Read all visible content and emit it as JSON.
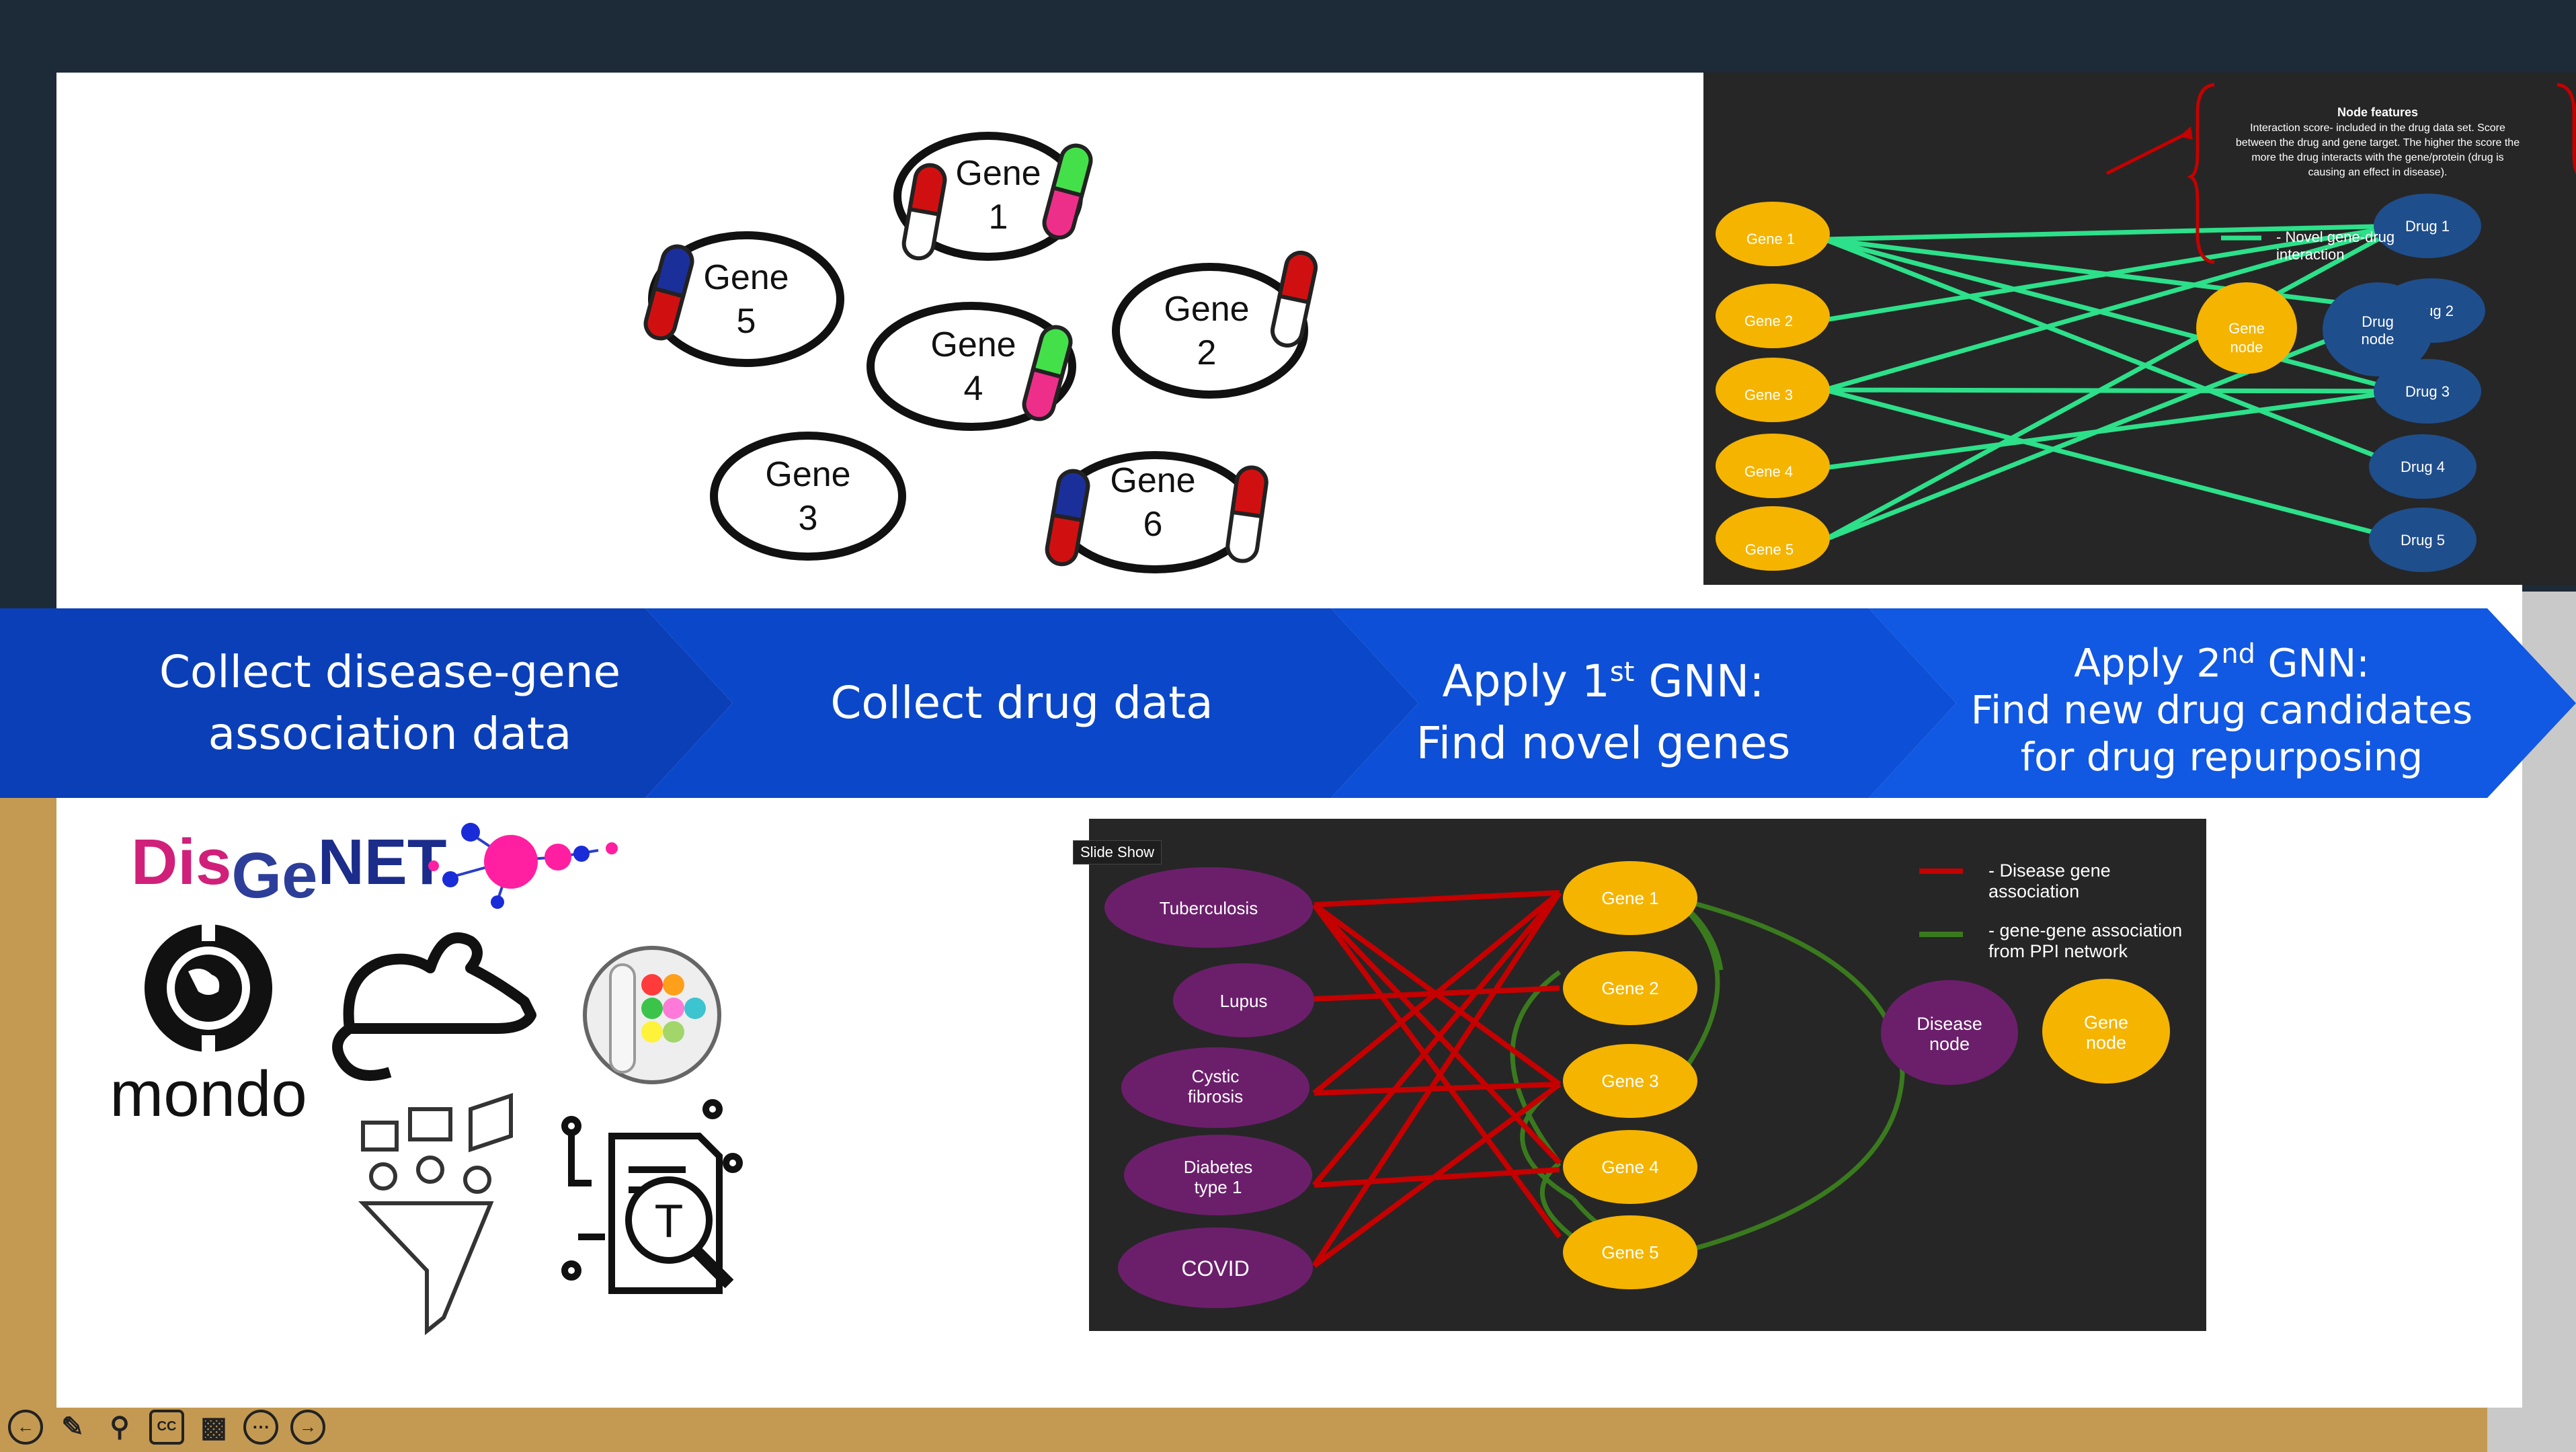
{
  "genes_cluster": {
    "gene1": [
      "Gene",
      "1"
    ],
    "gene2": [
      "Gene",
      "2"
    ],
    "gene3": [
      "Gene",
      "3"
    ],
    "gene4": [
      "Gene",
      "4"
    ],
    "gene5": [
      "Gene",
      "5"
    ],
    "gene6": [
      "Gene",
      "6"
    ]
  },
  "stages": {
    "s1_line1": "Collect disease-gene",
    "s1_line2": "association data",
    "s2": "Collect drug data",
    "s3_line1_a": "Apply 1",
    "s3_line1_sup": "st",
    "s3_line1_b": " GNN:",
    "s3_line2": "Find novel genes",
    "s4_line1_a": "Apply 2",
    "s4_line1_sup": "nd",
    "s4_line1_b": " GNN:",
    "s4_line2": "Find new drug candidates",
    "s4_line3": "for drug repurposing"
  },
  "drug_panel": {
    "node_features_title": "Node features",
    "node_features_text": [
      "Interaction score- included in the drug data set. Score",
      "between the drug and gene target. The higher the score the",
      "more the drug interacts with the gene/protein (drug is",
      "causing an effect in disease)."
    ],
    "genes": [
      "Gene 1",
      "Gene 2",
      "Gene 3",
      "Gene 4",
      "Gene 5"
    ],
    "drugs": [
      "Drug 1",
      "Drug 2",
      "Drug 3",
      "Drug 4",
      "Drug 5"
    ],
    "legend_novel": [
      "- Novel gene-drug",
      "interaction"
    ],
    "legend_gene_node": [
      "Gene",
      "node"
    ],
    "legend_drug_node": [
      "Drug",
      "node"
    ]
  },
  "disease_panel": {
    "tag": "Slide Show",
    "diseases": [
      [
        "Tuberculosis"
      ],
      [
        "Lupus"
      ],
      [
        "Cystic",
        "fibrosis"
      ],
      [
        "Diabetes",
        "type 1"
      ],
      [
        "COVID"
      ]
    ],
    "genes": [
      "Gene 1",
      "Gene 2",
      "Gene 3",
      "Gene 4",
      "Gene 5"
    ],
    "legend_disease_gene": [
      "- Disease gene",
      "association"
    ],
    "legend_gene_gene": [
      "- gene-gene association",
      "from PPI network"
    ],
    "legend_disease_node": [
      "Disease",
      "node"
    ],
    "legend_gene_node": [
      "Gene",
      "node"
    ]
  },
  "logos": {
    "disgenet": [
      "Dis",
      "Ge",
      "NET"
    ],
    "mondo": "mondo"
  },
  "toolbar": [
    "back-icon",
    "pen-icon",
    "zoom-icon",
    "captions-icon",
    "video-icon",
    "more-icon",
    "forward-icon"
  ],
  "colors": {
    "band": "#0b47c9",
    "gene_node": "#f5b400",
    "drug_node": "#1f4e8c",
    "disease_node": "#6b1f6b",
    "novel_edge": "#2de08a",
    "disease_edge": "#c40000",
    "ppi_edge": "#3a7a1e"
  }
}
